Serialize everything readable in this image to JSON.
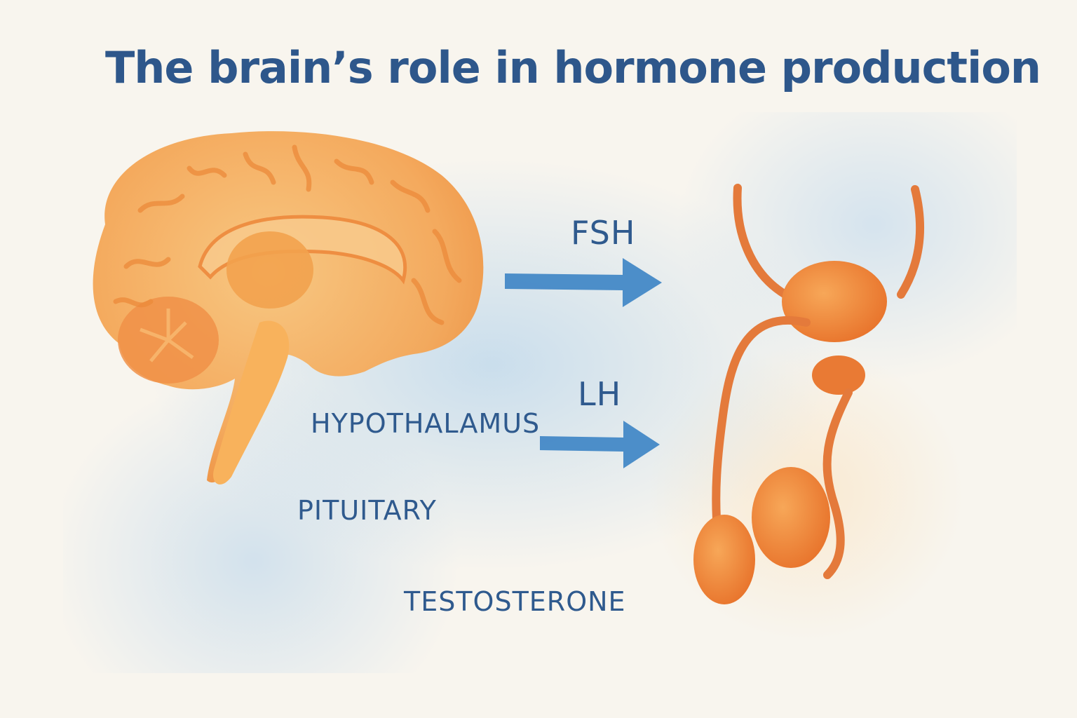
{
  "title": "The brain’s role in hormone production",
  "labels": {
    "fsh": "FSH",
    "lh": "LH",
    "hypothalamus": "HYPOTHALAMUS",
    "pituitary": "PITUITARY",
    "testosterone": "TESTOSTERONE"
  },
  "illustrations": {
    "brain": "brain-sagittal-illustration",
    "reproductive": "male-reproductive-organs-illustration"
  },
  "arrows": [
    {
      "label": "FSH",
      "direction": "right"
    },
    {
      "label": "LH",
      "direction": "right"
    }
  ],
  "colors": {
    "title": "#2e578b",
    "label_text": "#2f5a8e",
    "arrow_blue": "#3f86c6",
    "organ_orange": "#f0893a",
    "brain_light": "#f6b15e",
    "background": "#f8f5ee",
    "wash_blue": "#bad6ec"
  }
}
